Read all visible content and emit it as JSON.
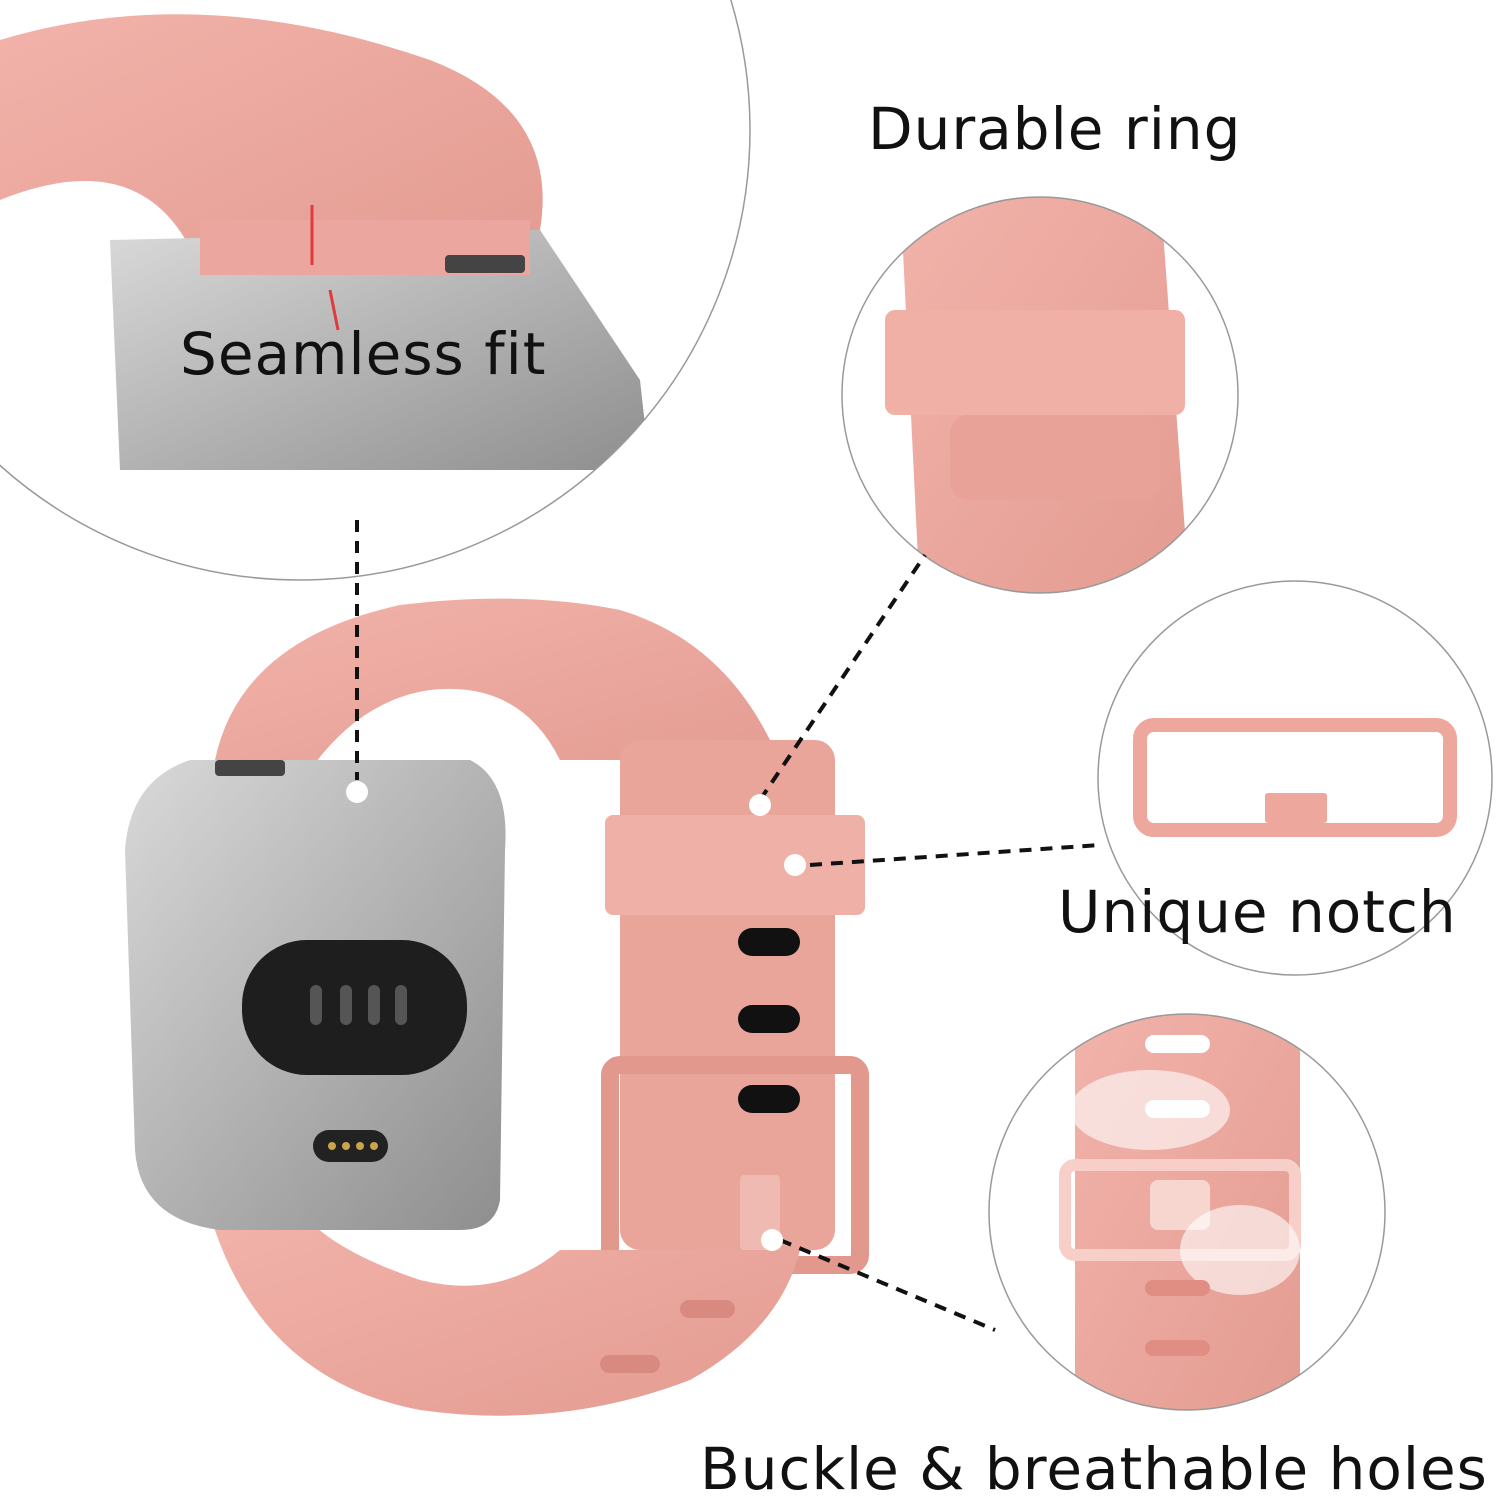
{
  "labels": {
    "durable_ring": "Durable ring",
    "seamless_fit": "Seamless fit",
    "unique_notch": "Unique notch",
    "buckle_holes": "Buckle & breathable holes"
  },
  "colors": {
    "band_pink": "#eba79f",
    "band_light": "#f3bdb4",
    "watch_silver": "#b9b9b9",
    "sensor_black": "#222222",
    "arrow_red": "#e03a3a"
  }
}
